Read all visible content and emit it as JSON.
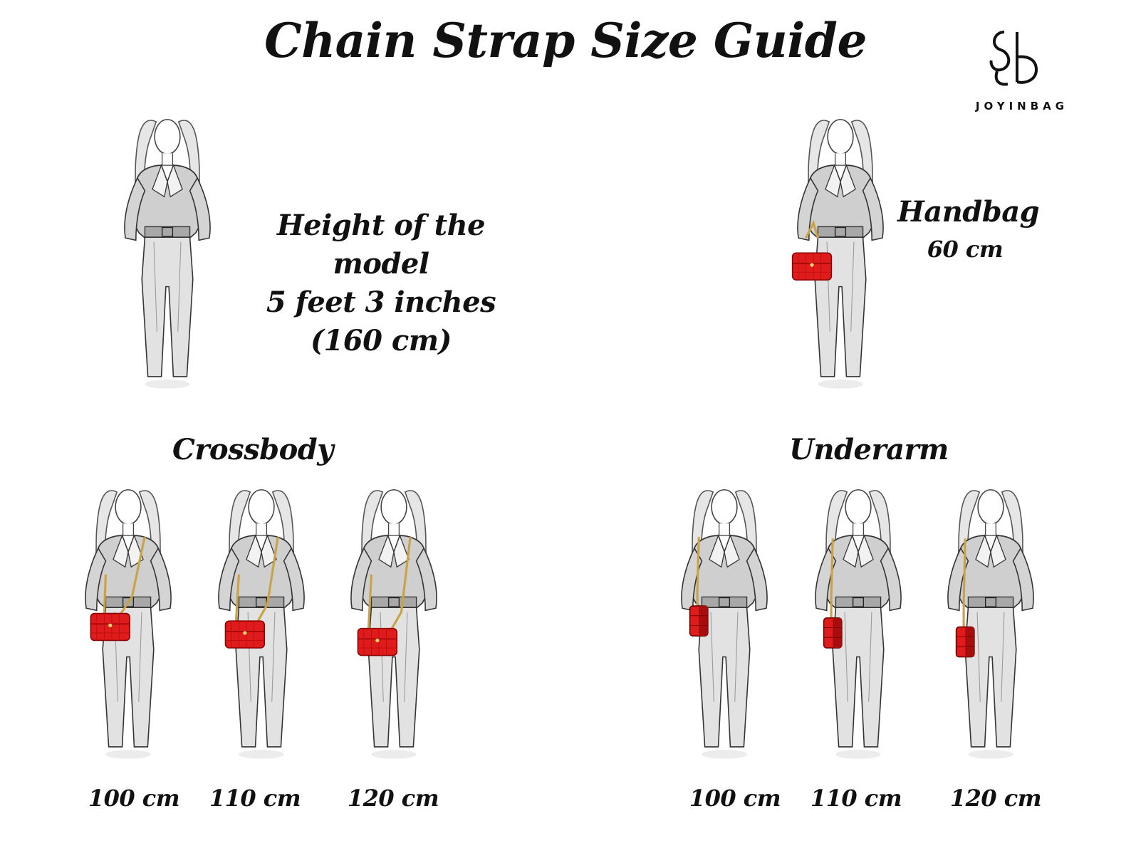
{
  "title": "Chain Strap Size Guide",
  "brand": {
    "name": "JOYINBAG",
    "logo_icon": "jb-monogram-icon"
  },
  "model": {
    "line1": "Height of the model",
    "line2": "5 feet 3 inches",
    "line3": "(160 cm)"
  },
  "handbag": {
    "label": "Handbag",
    "value": "60 cm"
  },
  "crossbody": {
    "heading": "Crossbody",
    "sizes": [
      "100 cm",
      "110 cm",
      "120 cm"
    ]
  },
  "underarm": {
    "heading": "Underarm",
    "sizes": [
      "100 cm",
      "110 cm",
      "120 cm"
    ]
  },
  "colors": {
    "bag": "#e01b1b",
    "chain": "#c9a24a",
    "outline": "#333333",
    "fill": "#d9d9d9"
  }
}
